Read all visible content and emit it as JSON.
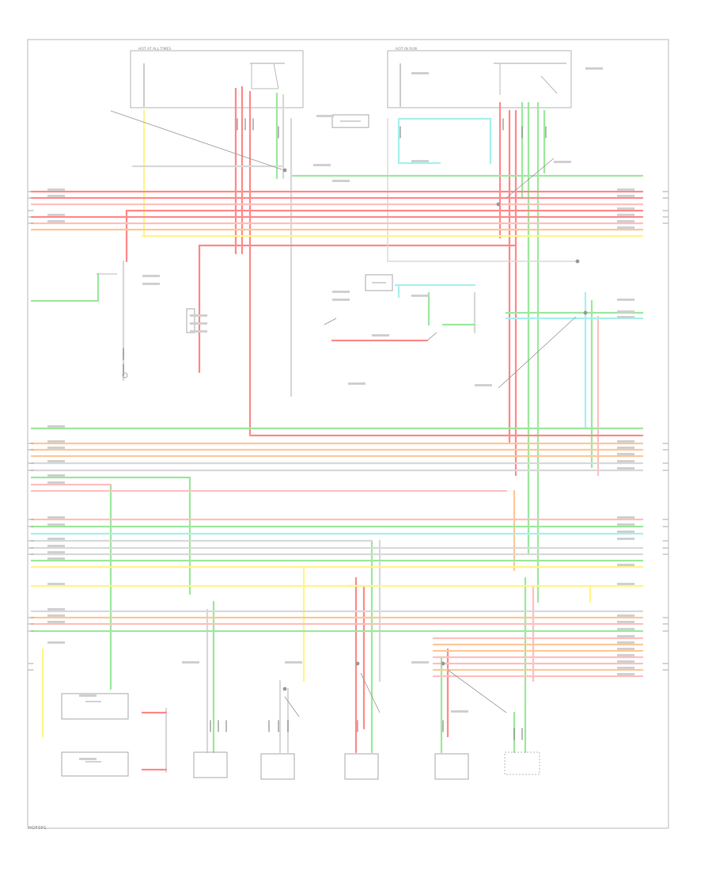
{
  "diagram": {
    "frame": {
      "label_left_panel": "HOT AT ALL TIMES",
      "label_right_panel": "HOT IN RUN"
    },
    "colors": {
      "red": "#ff8c8c",
      "pink": "#ffc0c0",
      "orange": "#ffc89a",
      "yellow": "#fff58a",
      "green": "#9fe89f",
      "cyan": "#a9f0ee",
      "gray": "#d9d9d9",
      "frame": "#b5b5b5"
    },
    "page_id": "HOF0P1"
  }
}
